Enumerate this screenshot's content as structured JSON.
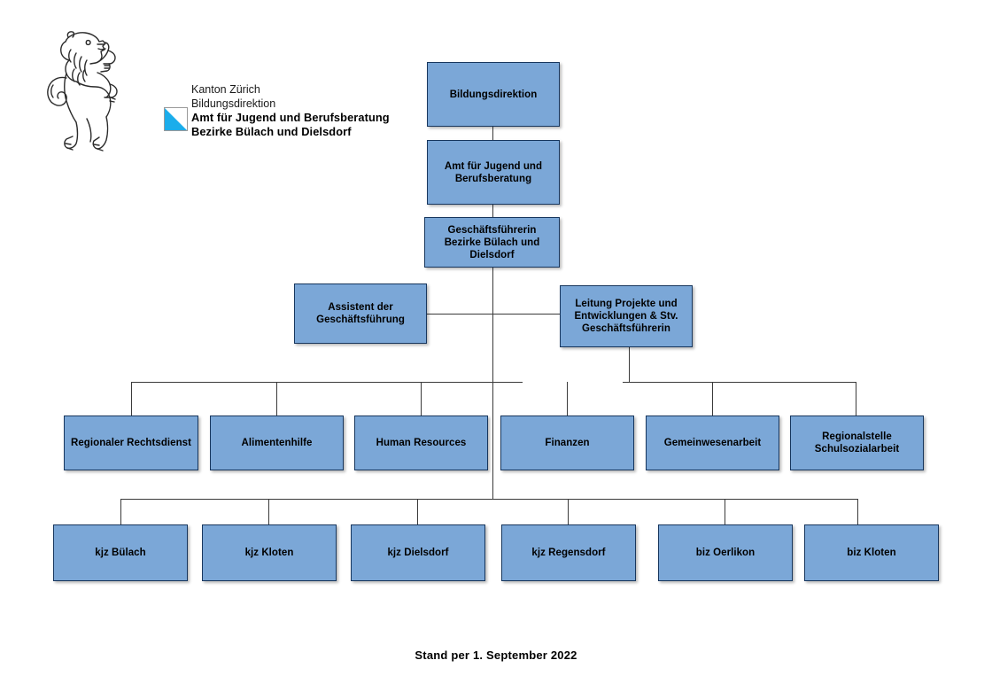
{
  "logo": {
    "emblem_name": "zurich-lion-coat-of-arms",
    "mark_color": "#1badeb",
    "line1": "Kanton Zürich",
    "line2": "Bildungsdirektion",
    "line3": "Amt für Jugend und Berufsberatung",
    "line4": "Bezirke Bülach und Dielsdorf"
  },
  "theme": {
    "box_fill": "#7ba7d7",
    "box_border": "#17365d",
    "line_color": "#3a3a3a"
  },
  "chart": {
    "top": [
      {
        "id": "bildungsdirektion",
        "label": "Bildungsdirektion"
      },
      {
        "id": "amt",
        "label": "Amt für Jugend und Berufsberatung"
      },
      {
        "id": "geschaeftsfuehrerin",
        "label": "Geschäftsführerin Bezirke Bülach und Dielsdorf"
      }
    ],
    "staff": [
      {
        "id": "assistent",
        "label": "Assistent der Geschäftsführung"
      },
      {
        "id": "leitung-projekte",
        "label": "Leitung Projekte und Entwicklungen & Stv. Geschäftsführerin"
      }
    ],
    "departments": [
      {
        "id": "regionaler-rechtsdienst",
        "label": "Regionaler Rechtsdienst"
      },
      {
        "id": "alimentenhilfe",
        "label": "Alimentenhilfe"
      },
      {
        "id": "human-resources",
        "label": "Human Resources"
      },
      {
        "id": "finanzen",
        "label": "Finanzen"
      },
      {
        "id": "gemeinwesenarbeit",
        "label": "Gemeinwesenarbeit"
      },
      {
        "id": "regionalstelle-schulsozialarbeit",
        "label": "Regionalstelle Schulsozialarbeit"
      }
    ],
    "centers": [
      {
        "id": "kjz-buelach",
        "label": "kjz Bülach"
      },
      {
        "id": "kjz-kloten",
        "label": "kjz Kloten"
      },
      {
        "id": "kjz-dielsdorf",
        "label": "kjz Dielsdorf"
      },
      {
        "id": "kjz-regensdorf",
        "label": "kjz Regensdorf"
      },
      {
        "id": "biz-oerlikon",
        "label": "biz Oerlikon"
      },
      {
        "id": "biz-kloten",
        "label": "biz Kloten"
      }
    ]
  },
  "footer": {
    "status": "Stand per 1. September 2022"
  }
}
